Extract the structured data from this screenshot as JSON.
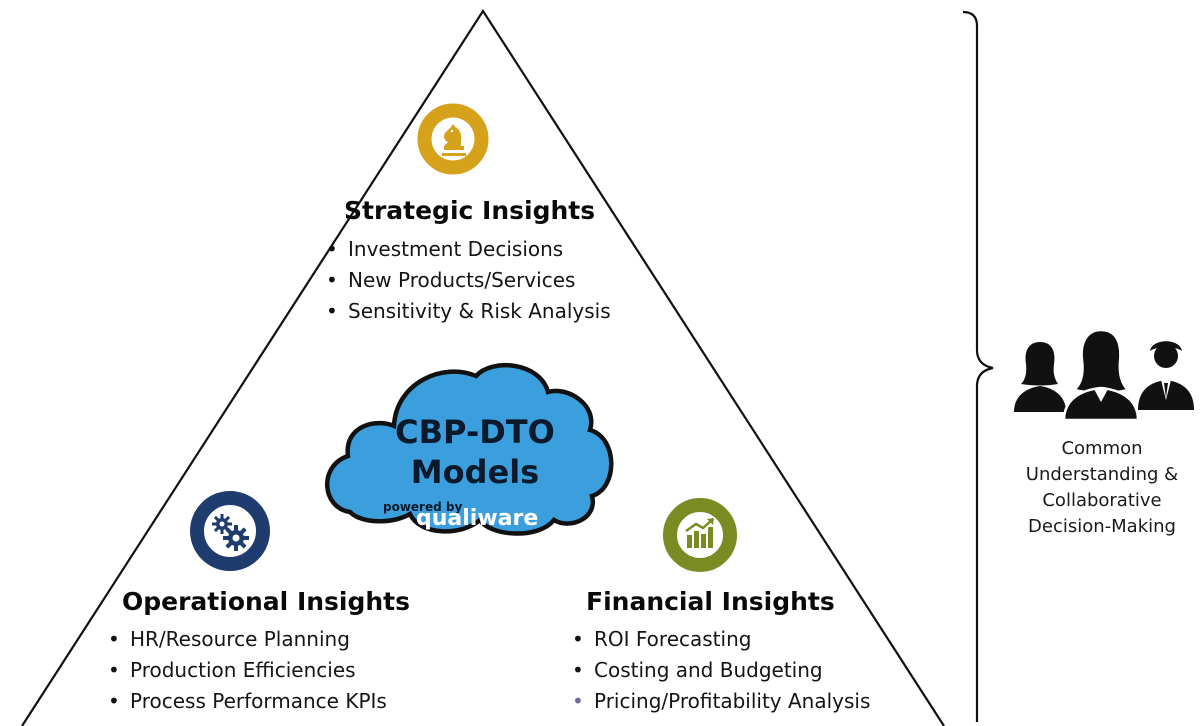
{
  "strategic": {
    "title": "Strategic Insights",
    "icon": "chess-knight-icon",
    "ring_color": "#d6a21b",
    "items": [
      "Investment Decisions",
      "New Products/Services",
      "Sensitivity & Risk Analysis"
    ]
  },
  "operational": {
    "title": "Operational Insights",
    "icon": "gears-icon",
    "ring_color": "#1f3c6e",
    "items": [
      "HR/Resource Planning",
      "Production Efficiencies",
      "Process Performance KPIs"
    ]
  },
  "financial": {
    "title": "Financial Insights",
    "icon": "bar-chart-trend-icon",
    "ring_color": "#7a8b24",
    "items": [
      "ROI Forecasting",
      "Costing and Budgeting",
      "Pricing/Profitability Analysis"
    ]
  },
  "cloud": {
    "line1": "CBP-DTO",
    "line2": "Models",
    "powered_by": "powered by",
    "brand": "qualiware",
    "fill_color": "#3a9fdc"
  },
  "caption": {
    "lines": [
      "Common",
      "Understanding &",
      "Collaborative",
      "Decision-Making"
    ],
    "icon": "people-group-icon"
  }
}
